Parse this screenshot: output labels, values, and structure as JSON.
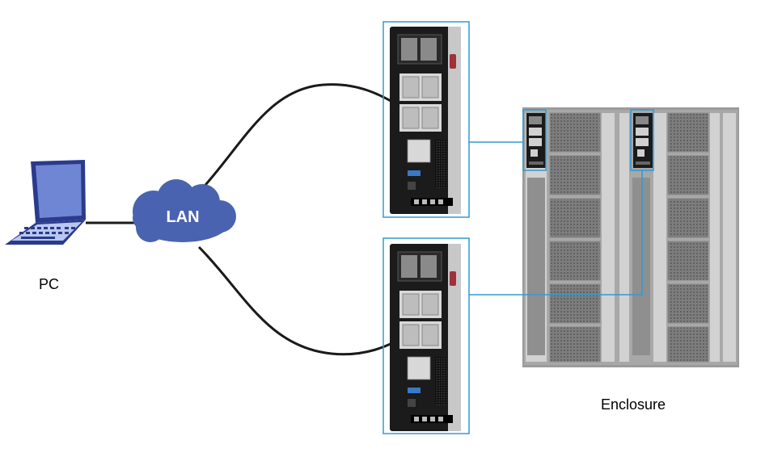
{
  "labels": {
    "lan": "LAN",
    "pc": "PC",
    "enclosure": "Enclosure"
  },
  "colors": {
    "highlight": "#2e9bd4",
    "cloud": "#4a63b0",
    "laptop_frame": "#2a3a8c",
    "laptop_screen": "#6f86d4",
    "cable": "#1a1a1a",
    "module_body": "#1b1b1b",
    "enclosure_body": "#9b9b9b"
  },
  "icons": [
    "laptop-icon",
    "cloud-icon",
    "management-module",
    "enclosure-chassis"
  ]
}
